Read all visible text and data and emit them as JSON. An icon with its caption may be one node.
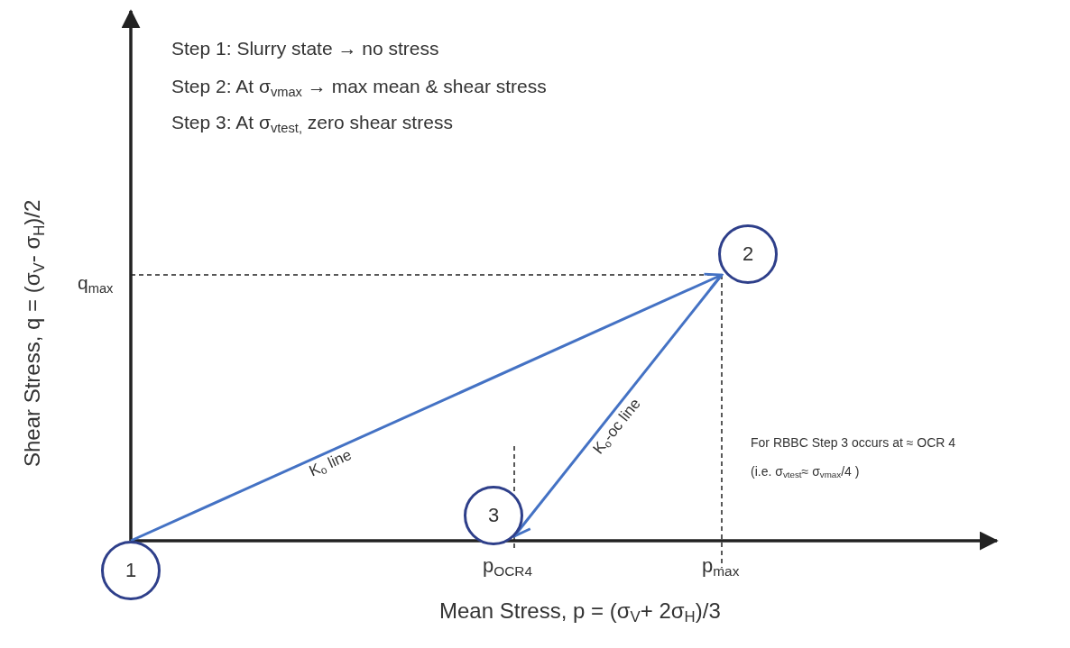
{
  "diagram": {
    "nodes": [
      {
        "text": [
          "1"
        ]
      },
      {
        "text": [
          "2"
        ]
      },
      {
        "text": [
          "3"
        ]
      }
    ],
    "edges": [
      {
        "from": 0,
        "to": 1,
        "arrow": "to",
        "label": "K$_{o}$ line"
      },
      {
        "from": 1,
        "to": 2,
        "arrow": "to",
        "label": "K$_{o}$-oc line"
      }
    ],
    "labels": [
      "Step 1: Slurry state → no stress",
      "Step 2: At σ$_{vmax}$ → max mean & shear stress",
      "Step 3: At σ$_{vtest,}$ zero shear stress",
      "q$_{max}$",
      "p$_{OCR4}$",
      "p$_{max}$",
      "For RBBC Step 3 occurs at ≈ OCR 4",
      "(i.e. σ$_{vtest}$≈ σ$_{vmax}$/4 )",
      "Shear Stress, q = (σ$_{V}$- σ$_{H}$)/2",
      "Mean Stress, p = (σ$_{V}$+ 2σ$_{H}$)/3"
    ]
  }
}
